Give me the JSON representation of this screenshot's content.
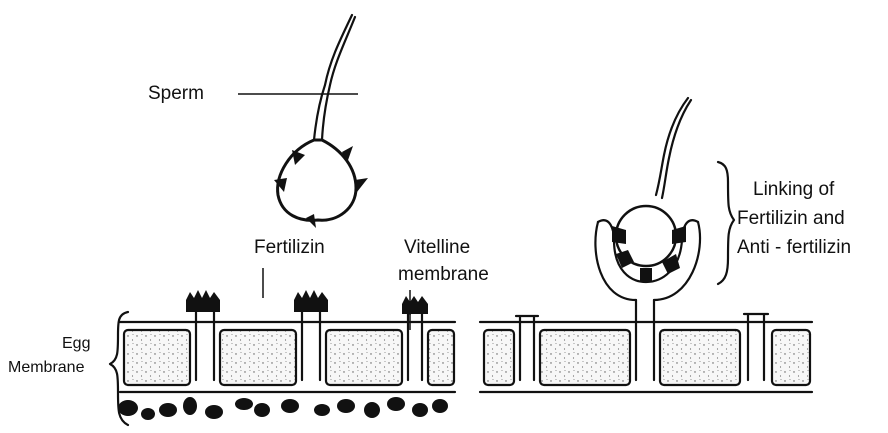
{
  "labels": {
    "sperm": "Sperm",
    "fertilizin": "Fertilizin",
    "vitelline_line1": "Vitelline",
    "vitelline_line2": "membrane",
    "egg_line1": "Egg",
    "egg_line2": "Membrane",
    "linking_line1": "Linking of",
    "linking_line2": "Fertilizin and",
    "linking_line3": "Anti - fertilizin"
  },
  "colors": {
    "ink": "#111111",
    "background": "#ffffff"
  }
}
